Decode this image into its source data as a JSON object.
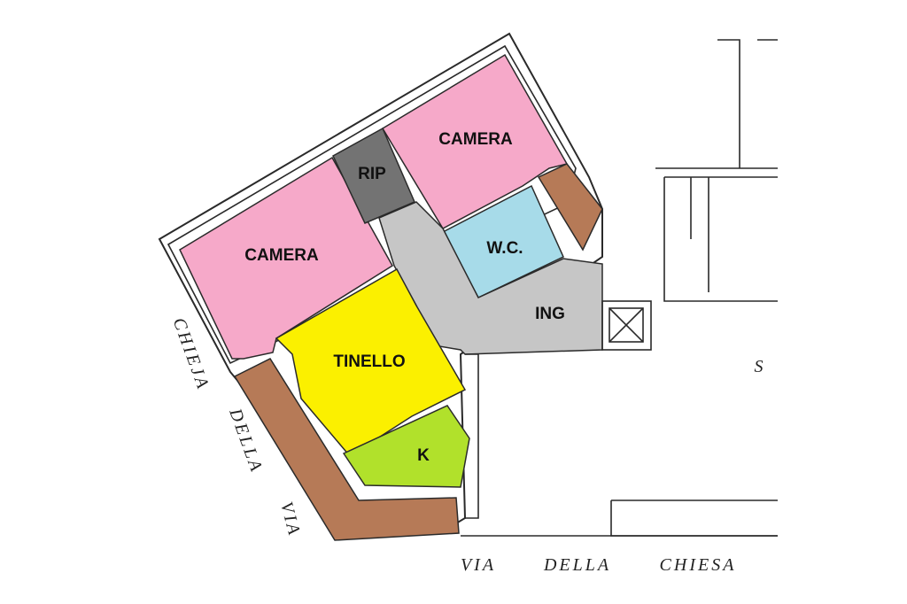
{
  "plan": {
    "rooms": [
      {
        "id": "camera-left",
        "label": "CAMERA"
      },
      {
        "id": "camera-top",
        "label": "CAMERA"
      },
      {
        "id": "rip",
        "label": "RIP"
      },
      {
        "id": "wc",
        "label": "W.C."
      },
      {
        "id": "ing",
        "label": "ING"
      },
      {
        "id": "tinello",
        "label": "TINELLO"
      },
      {
        "id": "k",
        "label": "K"
      }
    ],
    "street_bottom": [
      "VIA",
      "DELLA",
      "CHIESA"
    ],
    "street_side": [
      "VIA",
      "DELLA",
      "CHIEJA"
    ],
    "stair_mark": "S"
  },
  "colors": {
    "camera": "#f6a9c9",
    "rip": "#737373",
    "wc": "#a7dbe9",
    "ing": "#c6c6c6",
    "tinello": "#fbf000",
    "k": "#b1e12b",
    "balcony": "#b67a57"
  }
}
